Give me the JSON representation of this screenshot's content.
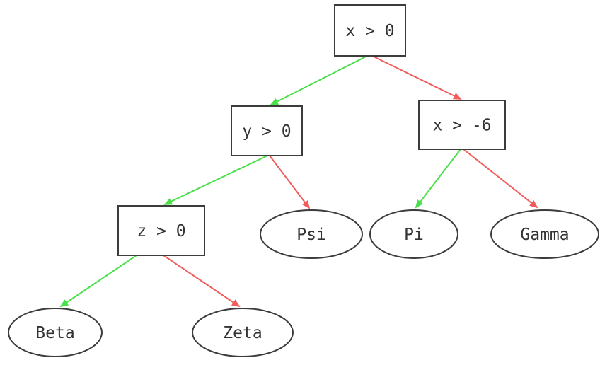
{
  "diagram": {
    "kind": "decision-tree",
    "colors": {
      "green_branch": "#4ae04a",
      "red_branch": "#f25c5c",
      "node_border": "#3c3c3c",
      "text": "#333333",
      "background": "#ffffff"
    },
    "nodes": [
      {
        "id": "root",
        "label": "x > 0",
        "kind": "decision"
      },
      {
        "id": "cond_y",
        "label": "y > 0",
        "kind": "decision"
      },
      {
        "id": "cond_x6",
        "label": "x > -6",
        "kind": "decision"
      },
      {
        "id": "cond_z",
        "label": "z > 0",
        "kind": "decision"
      },
      {
        "id": "psi",
        "label": "Psi",
        "kind": "leaf"
      },
      {
        "id": "pi",
        "label": "Pi",
        "kind": "leaf"
      },
      {
        "id": "gamma",
        "label": "Gamma",
        "kind": "leaf"
      },
      {
        "id": "beta",
        "label": "Beta",
        "kind": "leaf"
      },
      {
        "id": "zeta",
        "label": "Zeta",
        "kind": "leaf"
      }
    ],
    "edges": [
      {
        "from": "root",
        "to": "cond_y",
        "branch": "green"
      },
      {
        "from": "root",
        "to": "cond_x6",
        "branch": "red"
      },
      {
        "from": "cond_y",
        "to": "cond_z",
        "branch": "green"
      },
      {
        "from": "cond_y",
        "to": "psi",
        "branch": "red"
      },
      {
        "from": "cond_x6",
        "to": "pi",
        "branch": "green"
      },
      {
        "from": "cond_x6",
        "to": "gamma",
        "branch": "red"
      },
      {
        "from": "cond_z",
        "to": "beta",
        "branch": "green"
      },
      {
        "from": "cond_z",
        "to": "zeta",
        "branch": "red"
      }
    ]
  }
}
